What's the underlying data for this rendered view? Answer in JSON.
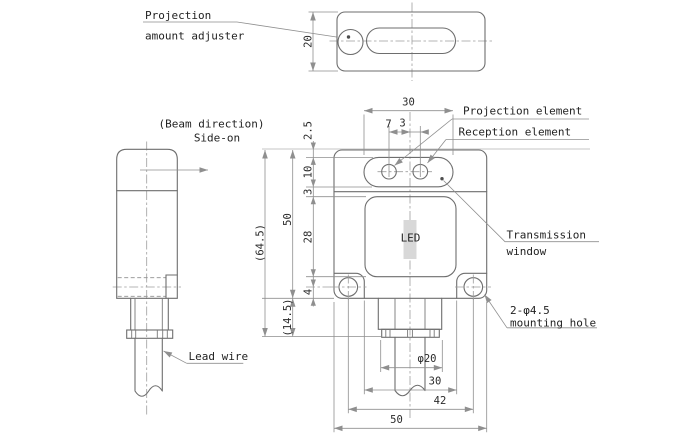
{
  "top_view": {
    "adjuster_label_line1": "Projection",
    "adjuster_label_line2": "amount adjuster",
    "height_dim": "20"
  },
  "side_view": {
    "beam_label_line1": "(Beam direction)",
    "beam_label_line2": "Side-on",
    "lead_wire_label": "Lead wire"
  },
  "front_view": {
    "led_label": "LED",
    "labels": {
      "projection_element": "Projection element",
      "reception_element": "Reception element",
      "transmission_line1": "Transmission",
      "transmission_line2": "window",
      "mounting_line1": "2-φ4.5",
      "mounting_line2": "mounting hole"
    },
    "dims": {
      "window_width": "30",
      "projection_offset": "7",
      "reception_offset": "3",
      "top_to_window": "2.5",
      "window_height": "10",
      "window_gap": "3",
      "led_height": "28",
      "hole_to_bottom": "4",
      "body_height": "50",
      "overall_height": "(64.5)",
      "below_body": "(14.5)",
      "connector_dia": "φ20",
      "bracket_span": "30",
      "hole_spacing": "42",
      "body_width": "50"
    }
  }
}
